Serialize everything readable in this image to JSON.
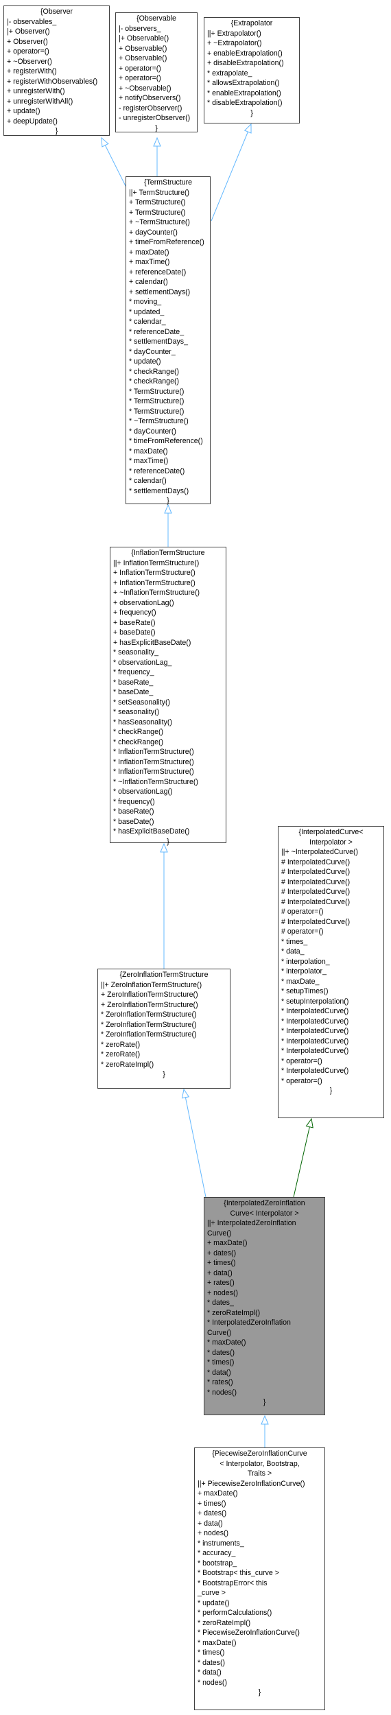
{
  "diagram": {
    "classes": [
      {
        "id": "observer",
        "title": "{Observer",
        "members": [
          "|- observables_",
          "|+ Observer()",
          "+ Observer()",
          "+ operator=()",
          "+ ~Observer()",
          "+ registerWith()",
          "+ registerWithObservables()",
          "+ unregisterWith()",
          "+ unregisterWithAll()",
          "+ update()",
          "+ deepUpdate()"
        ],
        "closer": "}"
      },
      {
        "id": "observable",
        "title": "{Observable",
        "members": [
          "|- observers_",
          "|+ Observable()",
          "+ Observable()",
          "+ Observable()",
          "+ operator=()",
          "+ operator=()",
          "+ ~Observable()",
          "+ notifyObservers()",
          "- registerObserver()",
          "- unregisterObserver()"
        ],
        "closer": "}"
      },
      {
        "id": "extrapolator",
        "title": "{Extrapolator",
        "members": [
          "||+ Extrapolator()",
          "+ ~Extrapolator()",
          "+ enableExtrapolation()",
          "+ disableExtrapolation()",
          "* extrapolate_",
          "* allowsExtrapolation()",
          "* enableExtrapolation()",
          "* disableExtrapolation()"
        ],
        "closer": "}"
      },
      {
        "id": "termstructure",
        "title": "{TermStructure",
        "members": [
          "||+ TermStructure()",
          "+ TermStructure()",
          "+ TermStructure()",
          "+ ~TermStructure()",
          "+ dayCounter()",
          "+ timeFromReference()",
          "+ maxDate()",
          "+ maxTime()",
          "+ referenceDate()",
          "+ calendar()",
          "+ settlementDays()",
          "* moving_",
          "* updated_",
          "* calendar_",
          "* referenceDate_",
          "* settlementDays_",
          "* dayCounter_",
          "* update()",
          "* checkRange()",
          "* checkRange()",
          "* TermStructure()",
          "* TermStructure()",
          "* TermStructure()",
          "* ~TermStructure()",
          "* dayCounter()",
          "* timeFromReference()",
          "* maxDate()",
          "* maxTime()",
          "* referenceDate()",
          "* calendar()",
          "* settlementDays()"
        ],
        "closer": "}"
      },
      {
        "id": "inflationtermstructure",
        "title": "{InflationTermStructure",
        "members": [
          "||+ InflationTermStructure()",
          "+ InflationTermStructure()",
          "+ InflationTermStructure()",
          "+ ~InflationTermStructure()",
          "+ observationLag()",
          "+ frequency()",
          "+ baseRate()",
          "+ baseDate()",
          "+ hasExplicitBaseDate()",
          "* seasonality_",
          "* observationLag_",
          "* frequency_",
          "* baseRate_",
          "* baseDate_",
          "* setSeasonality()",
          "* seasonality()",
          "* hasSeasonality()",
          "* checkRange()",
          "* checkRange()",
          "* InflationTermStructure()",
          "* InflationTermStructure()",
          "* InflationTermStructure()",
          "* ~InflationTermStructure()",
          "* observationLag()",
          "* frequency()",
          "* baseRate()",
          "* baseDate()",
          "* hasExplicitBaseDate()"
        ],
        "closer": "}"
      },
      {
        "id": "interpolatedcurve",
        "title": "{InterpolatedCurve<\n Interpolator >",
        "members": [
          "||+ ~InterpolatedCurve()",
          "# InterpolatedCurve()",
          "# InterpolatedCurve()",
          "# InterpolatedCurve()",
          "# InterpolatedCurve()",
          "# InterpolatedCurve()",
          "# operator=()",
          "# InterpolatedCurve()",
          "# operator=()",
          "* times_",
          "* data_",
          "* interpolation_",
          "* interpolator_",
          "* maxDate_",
          "* setupTimes()",
          "* setupInterpolation()",
          "* InterpolatedCurve()",
          "* InterpolatedCurve()",
          "* InterpolatedCurve()",
          "* InterpolatedCurve()",
          "* InterpolatedCurve()",
          "* operator=()",
          "* InterpolatedCurve()",
          "* operator=()"
        ],
        "closer": "}"
      },
      {
        "id": "zeroinflationtermstructure",
        "title": "{ZeroInflationTermStructure",
        "members": [
          "||+ ZeroInflationTermStructure()",
          "+ ZeroInflationTermStructure()",
          "+ ZeroInflationTermStructure()",
          "* ZeroInflationTermStructure()",
          "* ZeroInflationTermStructure()",
          "* ZeroInflationTermStructure()",
          "* zeroRate()",
          "* zeroRate()",
          "* zeroRateImpl()"
        ],
        "closer": "}"
      },
      {
        "id": "interpolatedzeroinflationcurve",
        "title": "{InterpolatedZeroInflation\nCurve< Interpolator >",
        "members": [
          "||+ InterpolatedZeroInflation",
          "Curve()",
          "+ maxDate()",
          "+ dates()",
          "+ times()",
          "+ data()",
          "+ rates()",
          "+ nodes()",
          "* dates_",
          "* zeroRateImpl()",
          "* InterpolatedZeroInflation",
          "Curve()",
          "* maxDate()",
          "* dates()",
          "* times()",
          "* data()",
          "* rates()",
          "* nodes()"
        ],
        "closer": "}"
      },
      {
        "id": "piecewisezeroinflationcurve",
        "title": "{PiecewiseZeroInflationCurve\n< Interpolator, Bootstrap,\n Traits >",
        "members": [
          "||+ PiecewiseZeroInflationCurve()",
          "+ maxDate()",
          "+ times()",
          "+ dates()",
          "+ data()",
          "+ nodes()",
          "* instruments_",
          "* accuracy_",
          "* bootstrap_",
          "* Bootstrap< this_curve >",
          "* BootstrapError< this",
          "_curve >",
          "* update()",
          "* performCalculations()",
          "* zeroRateImpl()",
          "* PiecewiseZeroInflationCurve()",
          "* maxDate()",
          "* times()",
          "* dates()",
          "* data()",
          "* nodes()"
        ],
        "closer": "}"
      }
    ],
    "edge_colors": {
      "public_inheritance": "#63b8ff",
      "template_instance": "#006400",
      "highlight_fill": "#999999",
      "border": "#404040"
    }
  }
}
